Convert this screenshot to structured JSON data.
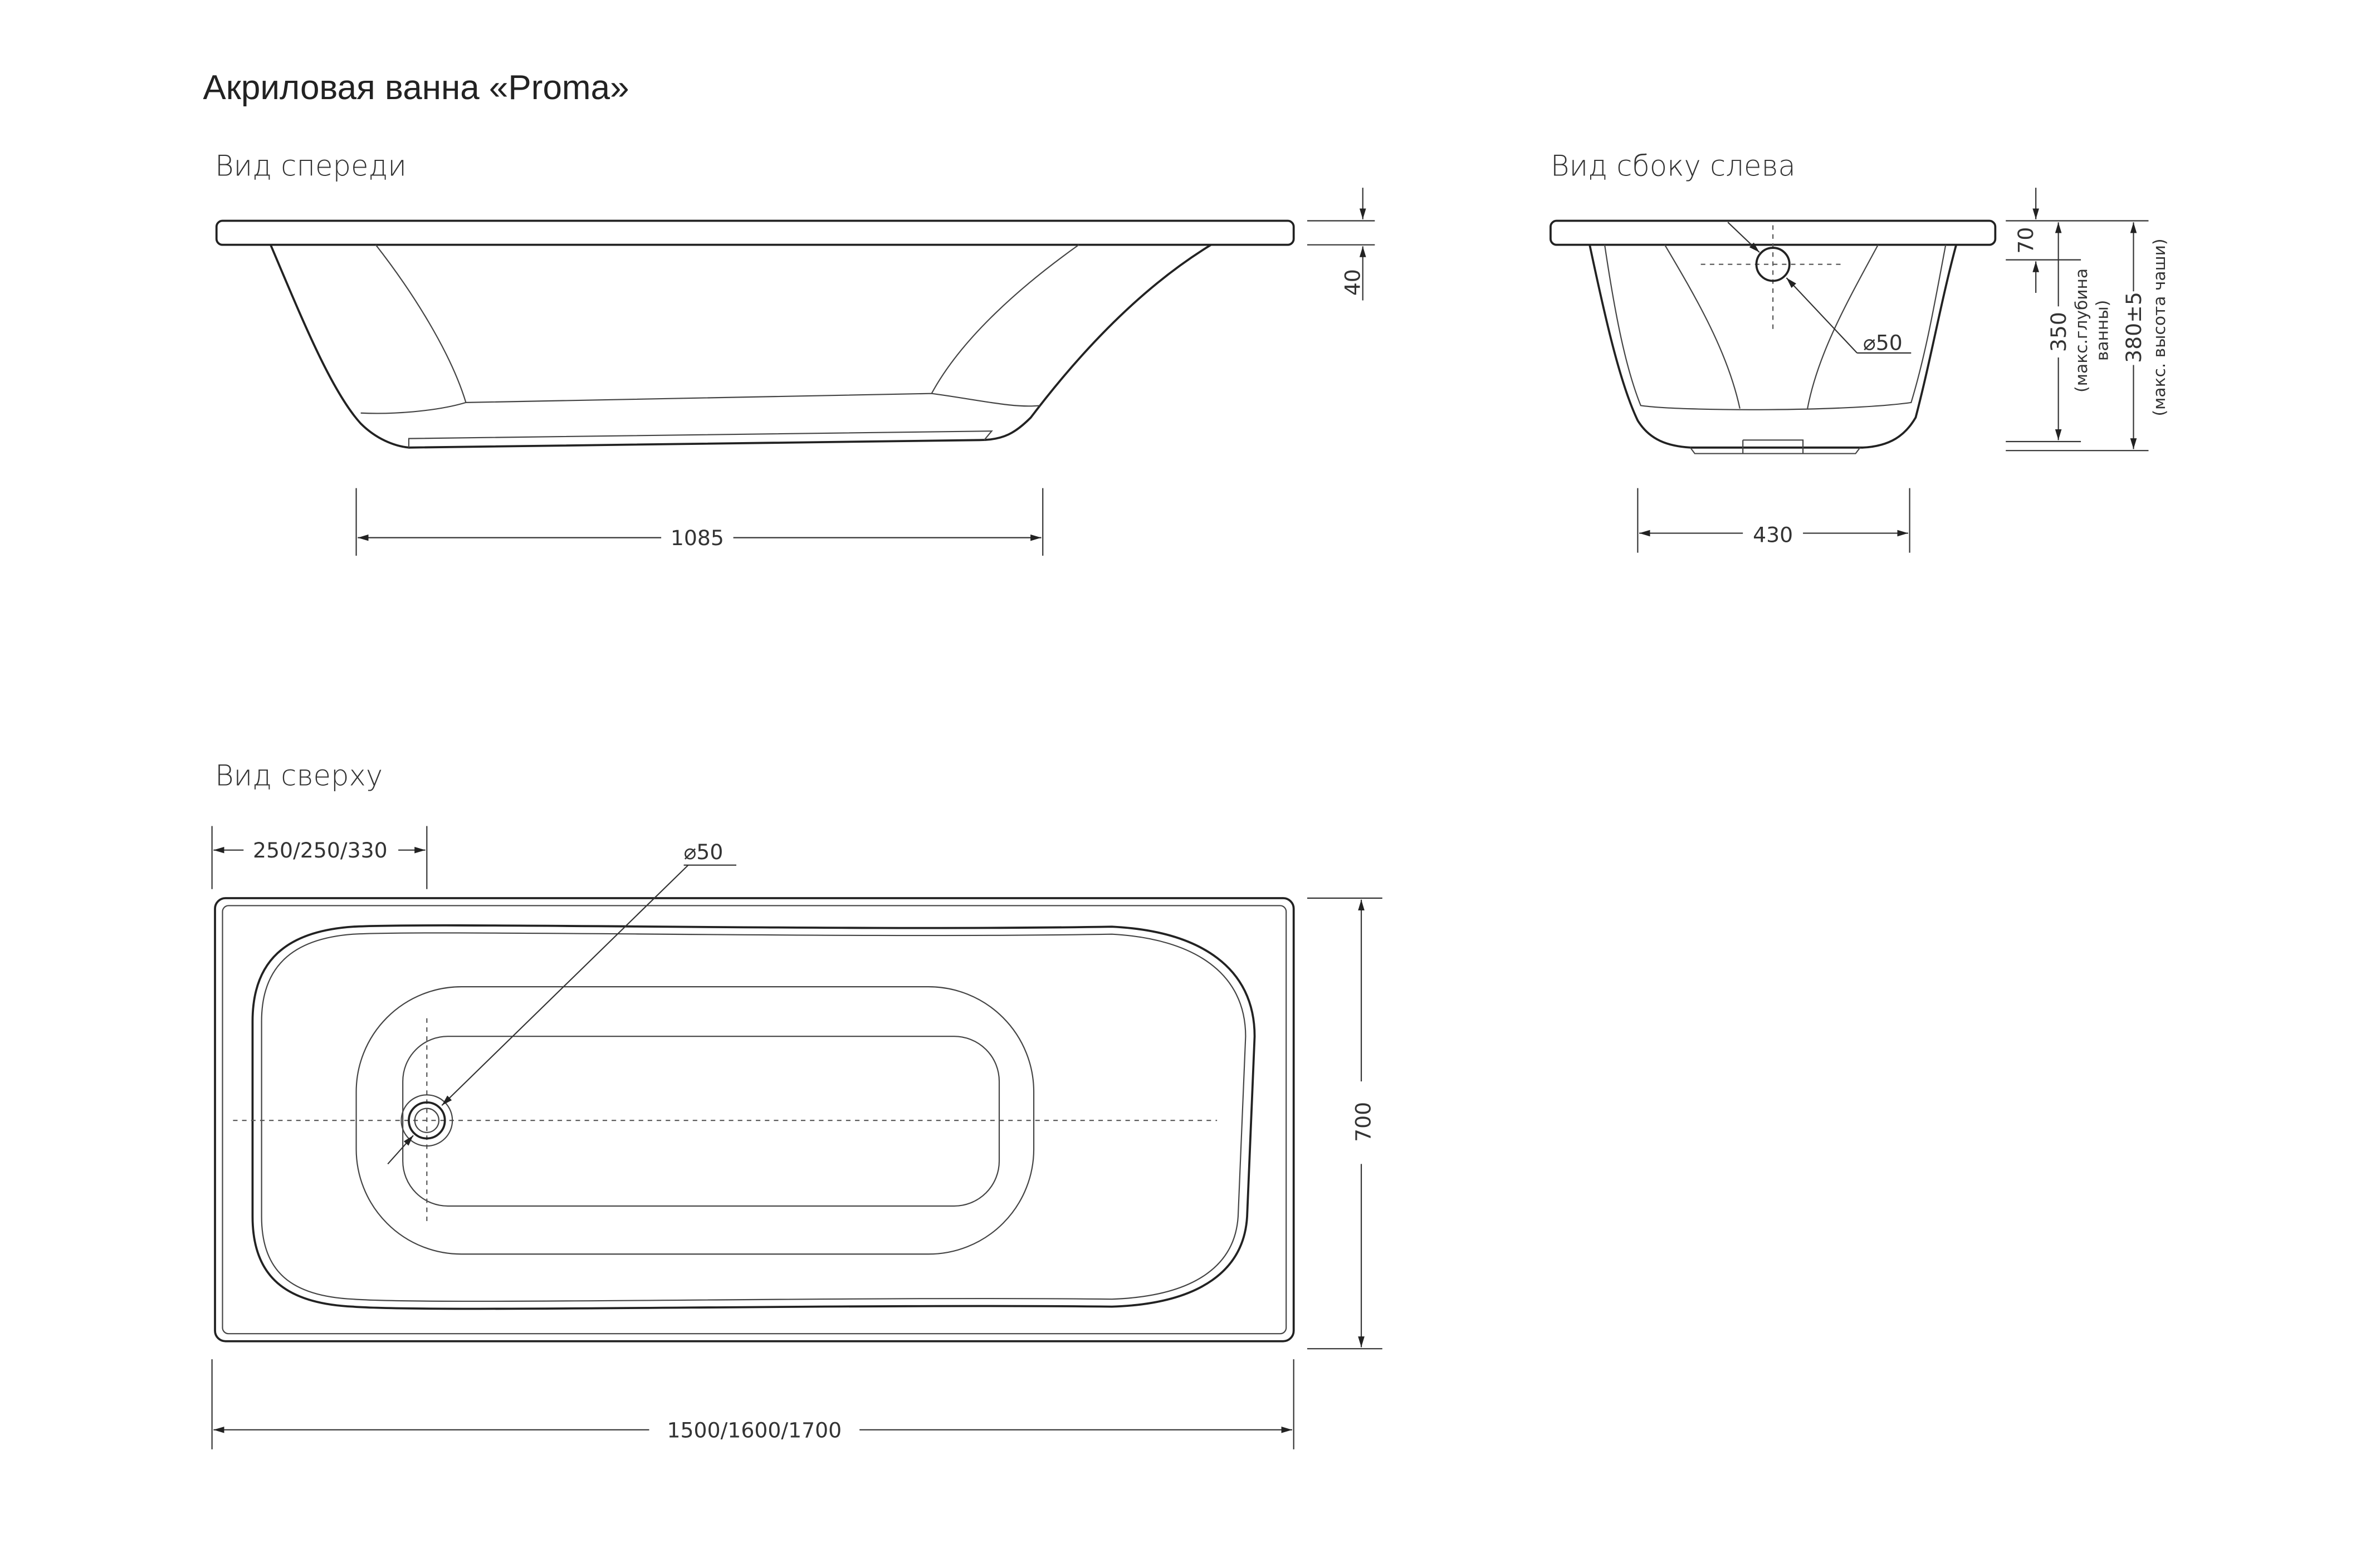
{
  "title": "Акриловая ванна «Proma»",
  "views": {
    "front": {
      "label": "Вид спереди",
      "dims": {
        "length": "1085",
        "rim": "40"
      }
    },
    "side": {
      "label": "Вид сбоку слева",
      "dims": {
        "width": "430",
        "drain": "⌀50",
        "rim": "70",
        "depth": "350",
        "depth_note_1": "(макс.глубина",
        "depth_note_2": "ванны)",
        "height": "380±5",
        "height_note": "(макс. высота чаши)"
      }
    },
    "top": {
      "label": "Вид сверху",
      "dims": {
        "drain_offset": "250/250/330",
        "drain": "⌀50",
        "width": "700",
        "length": "1500/1600/1700"
      }
    }
  }
}
